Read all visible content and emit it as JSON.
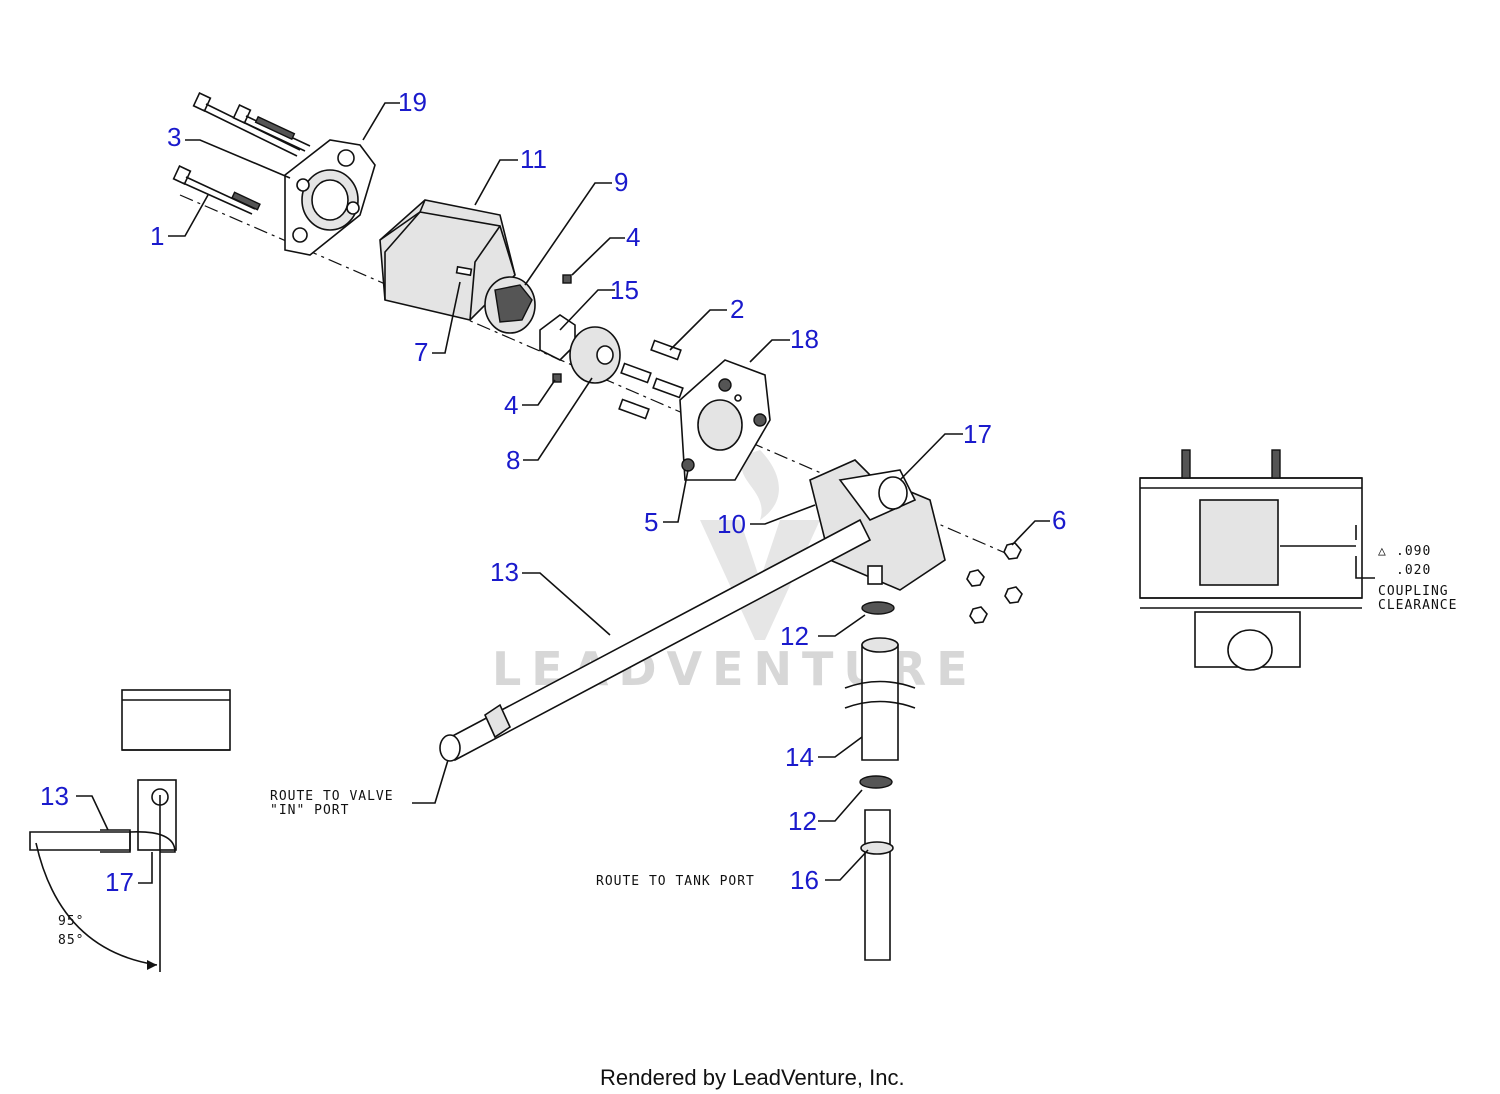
{
  "callouts": {
    "c1": "1",
    "c2": "2",
    "c3": "3",
    "c4a": "4",
    "c4b": "4",
    "c5": "5",
    "c6": "6",
    "c7": "7",
    "c8": "8",
    "c9": "9",
    "c10": "10",
    "c11": "11",
    "c12a": "12",
    "c12b": "12",
    "c13": "13",
    "c13b": "13",
    "c14": "14",
    "c15": "15",
    "c16": "16",
    "c17": "17",
    "c17b": "17",
    "c18": "18",
    "c19": "19"
  },
  "notes": {
    "valve_line1": "ROUTE TO VALVE",
    "valve_line2": "\"IN\" PORT",
    "tank": "ROUTE TO TANK PORT",
    "clearance_high": ".090",
    "clearance_low": ".020",
    "coupling_line1": "COUPLING",
    "coupling_line2": "CLEARANCE",
    "angle_high": "95°",
    "angle_low": "85°"
  },
  "watermark": "LEADVENTURE",
  "footer": "Rendered by LeadVenture, Inc.",
  "colors": {
    "callout": "#1a1acc",
    "line": "#111111",
    "watermark": "#d7d7d7"
  }
}
